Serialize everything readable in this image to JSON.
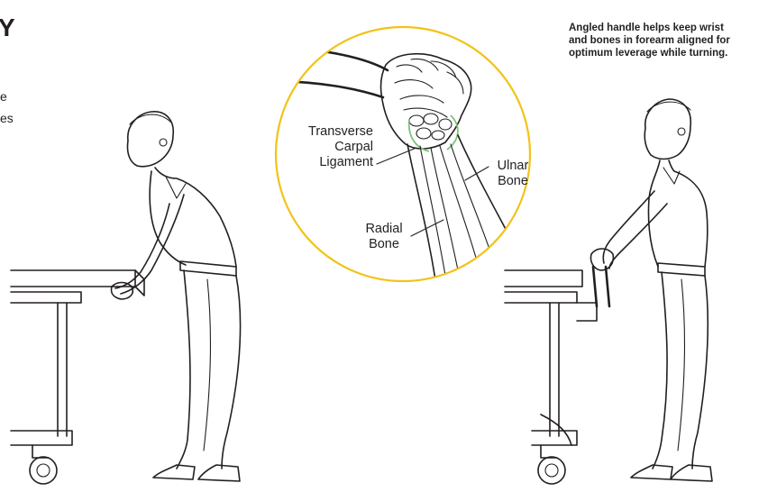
{
  "heading_fragment": "Y",
  "left_text_fragments": [
    "e",
    "es"
  ],
  "caption": {
    "lines": [
      "Angled handle helps keep wrist",
      "and bones in forearm aligned for",
      "optimum leverage while turning."
    ]
  },
  "callouts": {
    "transverse_carpal_ligament": [
      "Transverse",
      "Carpal",
      "Ligament"
    ],
    "ulnar_bone": [
      "Ulnar",
      "Bone"
    ],
    "radial_bone": [
      "Radial",
      "Bone"
    ]
  },
  "colors": {
    "circle_outline": "#f2c318",
    "ligament_highlight": "#7cc47a",
    "ink": "#231f20"
  }
}
